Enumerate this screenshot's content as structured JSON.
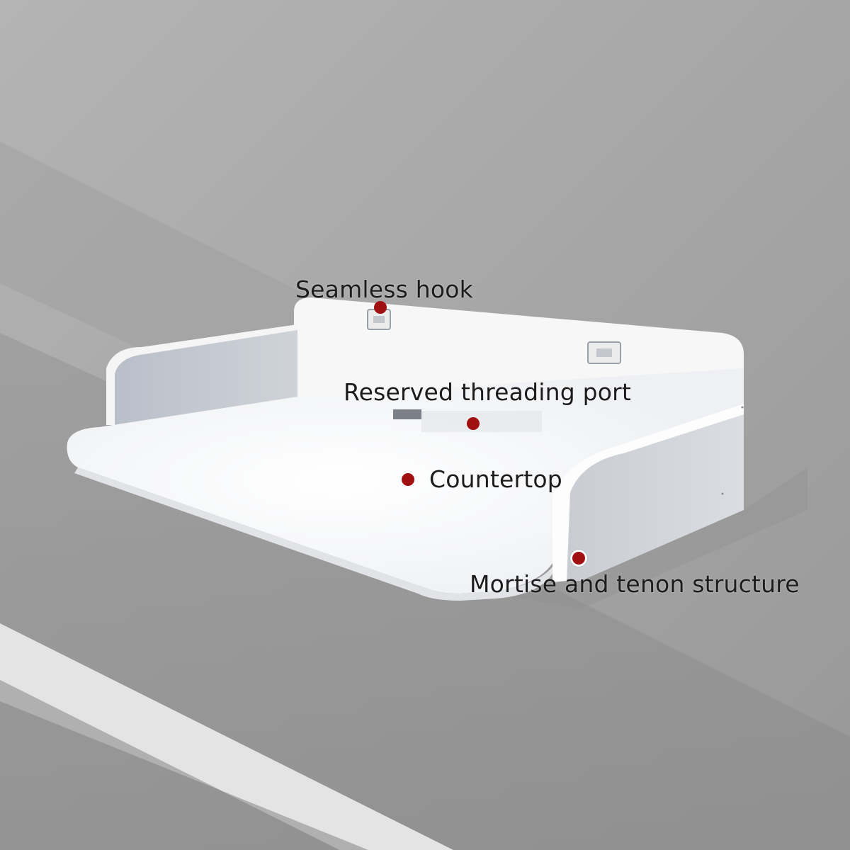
{
  "callouts": {
    "seamless_hook": "Seamless hook",
    "threading_port": "Reserved threading port",
    "countertop": "Countertop",
    "mortise_tenon": "Mortise and tenon structure"
  },
  "colors": {
    "wall": "#a3a3a3",
    "shelf": "#fbfbfb",
    "shelf_shadow": "#c8ccd3",
    "dot": "#a01010"
  }
}
